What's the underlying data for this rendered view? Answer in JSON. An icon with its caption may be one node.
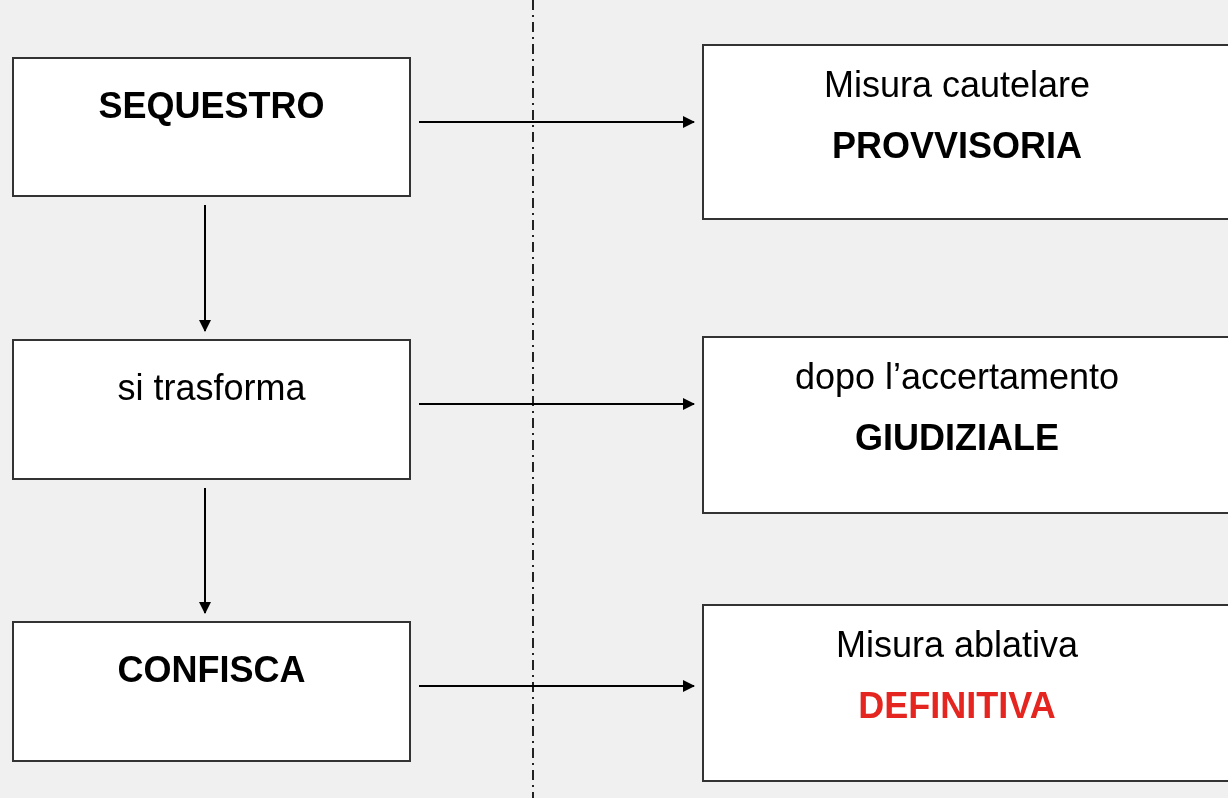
{
  "diagram": {
    "nodes": [
      {
        "text": [
          "SEQUESTRO"
        ]
      },
      {
        "text": [
          "si trasforma"
        ]
      },
      {
        "text": [
          "CONFISCA"
        ]
      },
      {
        "text": [
          "Misura cautelare",
          "PROVVISORIA"
        ]
      },
      {
        "text": [
          "dopo l’accertamento",
          "GIUDIZIALE"
        ]
      },
      {
        "text": [
          "Misura ablativa",
          "DEFINITIVA"
        ]
      }
    ],
    "edges": [
      {
        "from": 0,
        "to": 1,
        "arrow": "to"
      },
      {
        "from": 1,
        "to": 2,
        "arrow": "to"
      },
      {
        "from": 0,
        "to": 3,
        "arrow": "to"
      },
      {
        "from": 1,
        "to": 4,
        "arrow": "to"
      },
      {
        "from": 2,
        "to": 5,
        "arrow": "to"
      }
    ]
  }
}
